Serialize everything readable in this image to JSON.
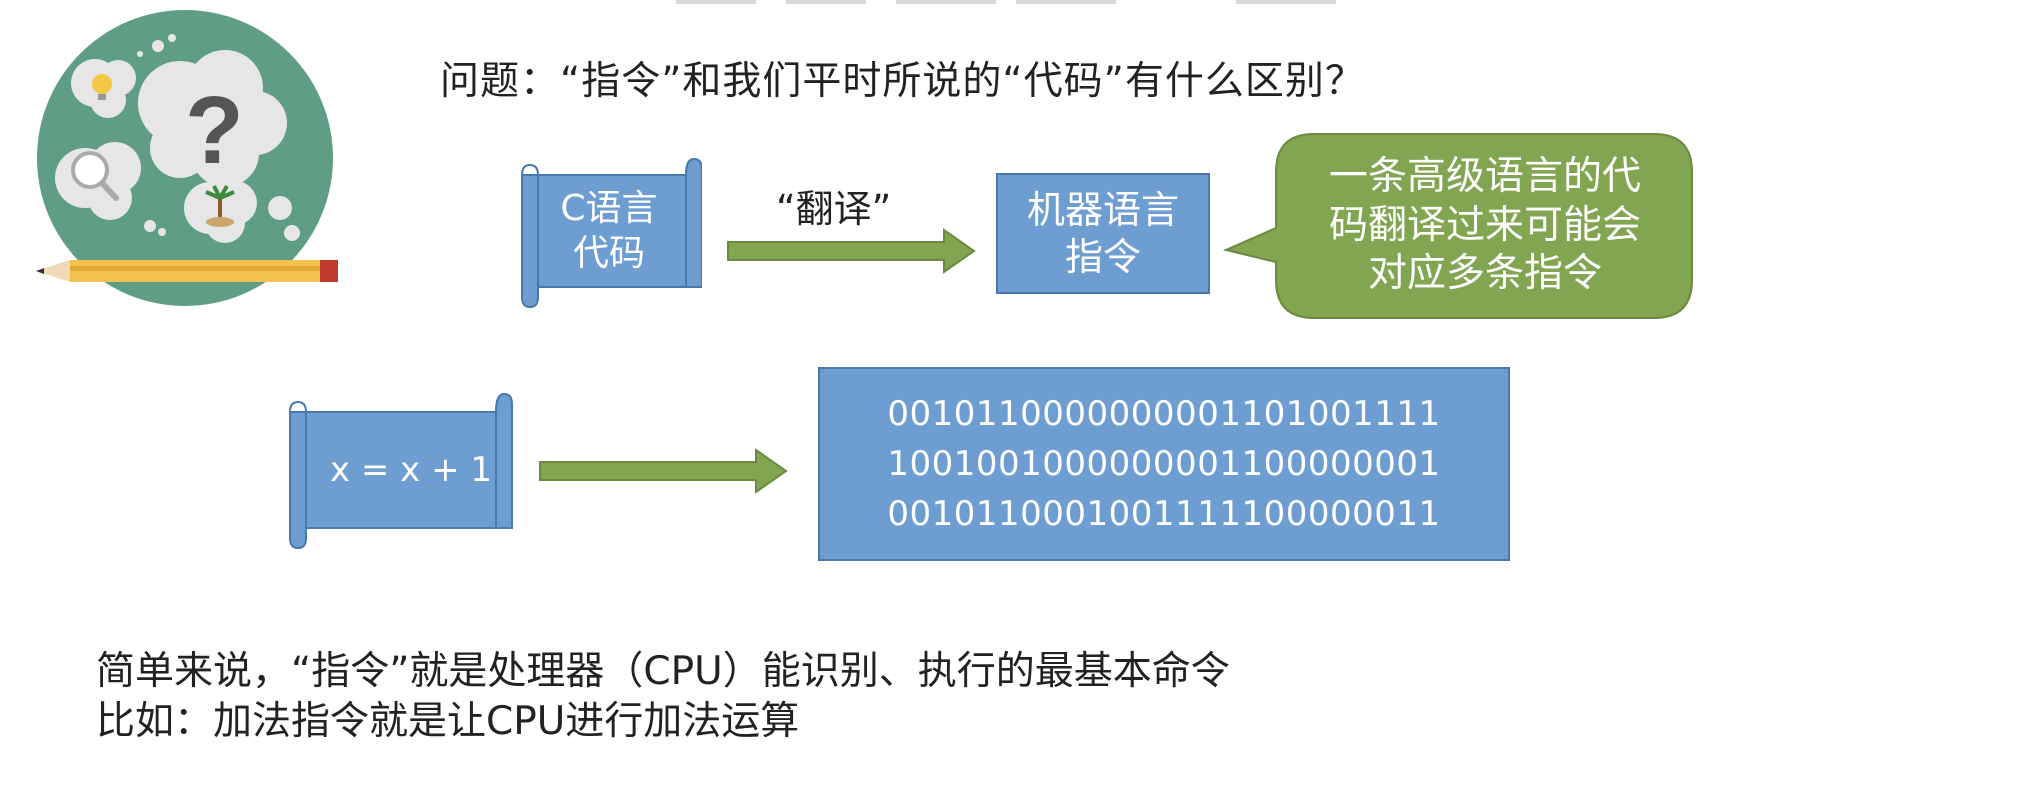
{
  "question": "问题：“指令”和我们平时所说的“代码”有什么区别？",
  "row1": {
    "scroll_lines": [
      "C语言",
      "代码"
    ],
    "arrow_label": "“翻译”",
    "machine_box_lines": [
      "机器语言",
      "指令"
    ],
    "bubble_lines": [
      "一条高级语言的代",
      "码翻译过来可能会",
      "对应多条指令"
    ]
  },
  "row2": {
    "scroll_text": "x = x + 1",
    "binary_lines": [
      "0010110000000001101001111",
      "1001001000000001100000001",
      "0010110001001111100000011"
    ]
  },
  "bottom": {
    "line1": "简单来说，“指令”就是处理器（CPU）能识别、执行的最基本命令",
    "line2": "比如：加法指令就是让CPU进行加法运算"
  },
  "colors": {
    "blue": "#6d9dd1",
    "blue_border": "#4a78ad",
    "green": "#82a552",
    "green_border": "#6b8a3f",
    "teal": "#5f9e84"
  }
}
